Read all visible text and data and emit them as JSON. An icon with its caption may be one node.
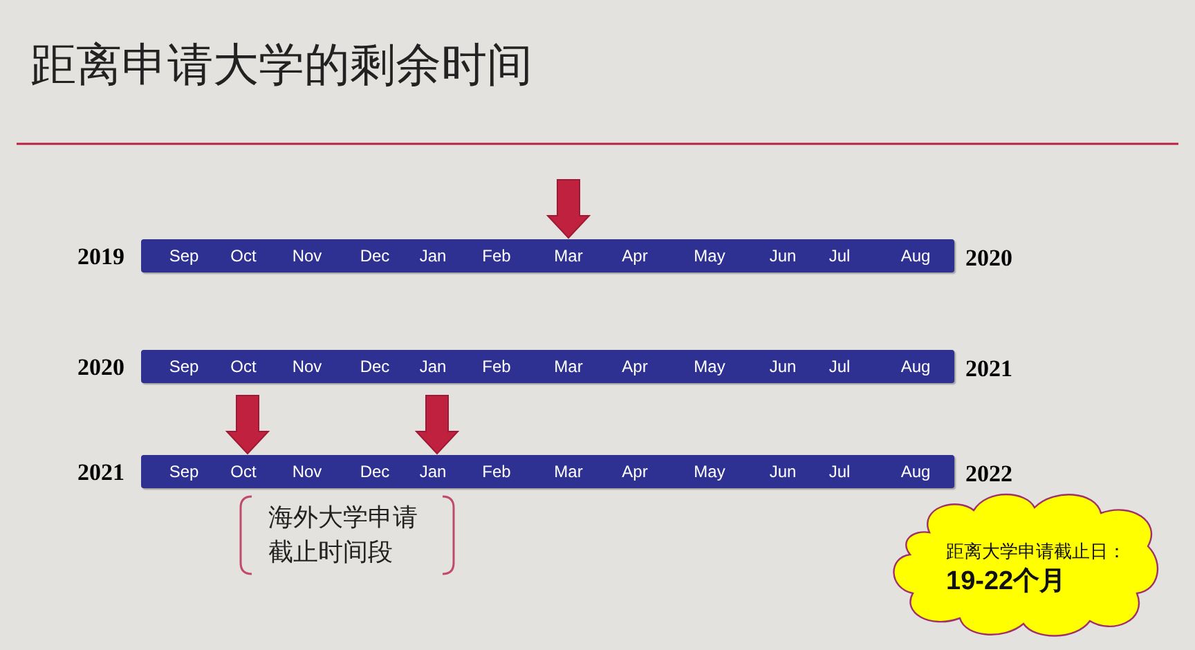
{
  "diagram": {
    "title": "距离申请大学的剩余时间",
    "nodes": [
      {
        "text": [
          "Sep",
          "Oct",
          "Nov",
          "Dec",
          "Jan",
          "Feb",
          "Mar",
          "Apr",
          "May",
          "Jun",
          "Jul",
          "Aug"
        ],
        "beside": [
          "2019",
          "2020"
        ]
      },
      {
        "text": [
          "Sep",
          "Oct",
          "Nov",
          "Dec",
          "Jan",
          "Feb",
          "Mar",
          "Apr",
          "May",
          "Jun",
          "Jul",
          "Aug"
        ],
        "beside": [
          "2020",
          "2021"
        ]
      },
      {
        "text": [
          "Sep",
          "Oct",
          "Nov",
          "Dec",
          "Jan",
          "Feb",
          "Mar",
          "Apr",
          "May",
          "Jun",
          "Jul",
          "Aug"
        ],
        "beside": [
          "2021",
          "2022"
        ]
      },
      {
        "text": [
          "海外大学申请截止时间段"
        ]
      },
      {
        "text": [
          "距离大学申请截止日：",
          "19-22个月"
        ]
      }
    ],
    "edges": [
      {
        "from": null,
        "to": 0,
        "arrow": "to",
        "style": "thick"
      },
      {
        "from": null,
        "to": 2,
        "arrow": "to",
        "style": "thick"
      },
      {
        "from": null,
        "to": 2,
        "arrow": "to",
        "style": "thick"
      }
    ]
  }
}
